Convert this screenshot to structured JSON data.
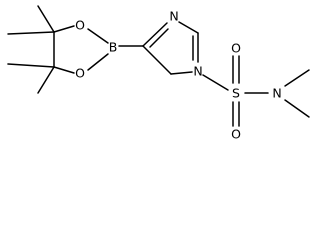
{
  "molecule": {
    "atoms": {
      "B": "B",
      "O_top": "O",
      "O_bottom": "O",
      "N_ring_top": "N",
      "N_ring_right": "N",
      "S": "S",
      "O_s_top": "O",
      "O_s_bottom": "O",
      "N_amide": "N"
    }
  },
  "colors": {
    "bond": "#000000",
    "text": "#000000",
    "background": "#ffffff"
  }
}
